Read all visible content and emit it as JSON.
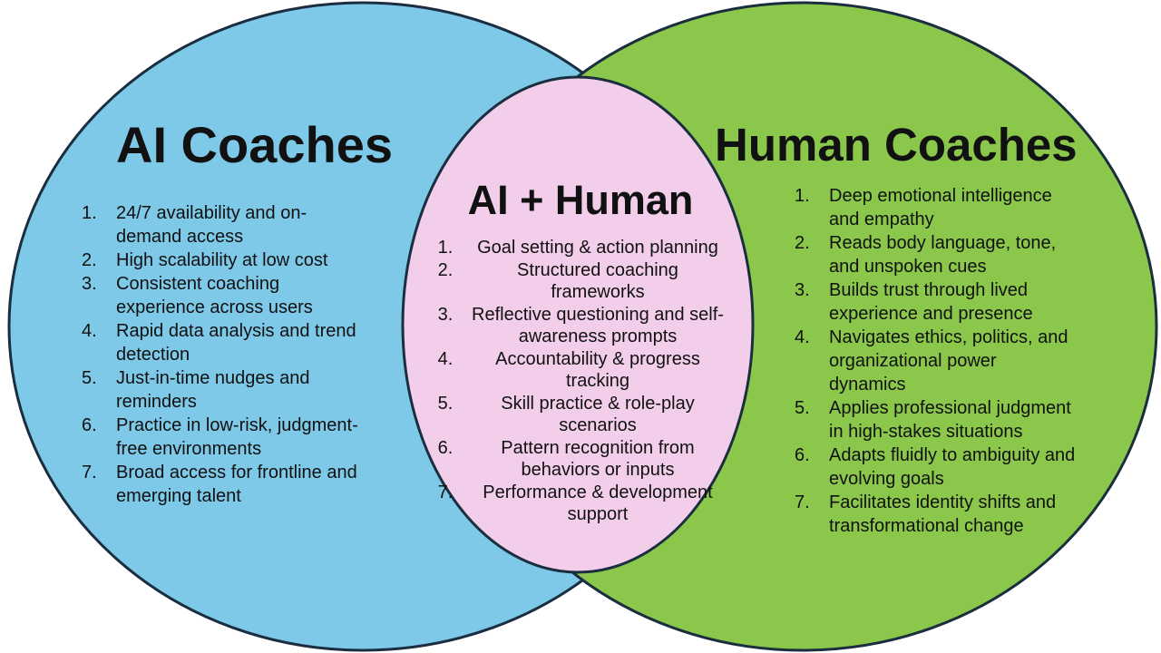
{
  "diagram": {
    "type": "venn",
    "background": "#ffffff",
    "stroke_color": "#1a2e3f",
    "text_color": "#111111",
    "left_circle": {
      "title": "AI Coaches",
      "fill": "#7EC8E8",
      "items": [
        "24/7 availability and on-demand access",
        "High scalability at low cost",
        "Consistent coaching experience across users",
        "Rapid data analysis and trend detection",
        "Just-in-time nudges and reminders",
        "Practice in low-risk, judgment-free environments",
        "Broad access for frontline and emerging talent"
      ]
    },
    "center_overlap": {
      "title": "AI + Human",
      "fill": "#F2CEEB",
      "items": [
        "Goal setting & action planning",
        "Structured coaching frameworks",
        "Reflective questioning and self-awareness prompts",
        "Accountability & progress tracking",
        "Skill practice & role-play scenarios",
        "Pattern recognition from behaviors or inputs",
        "Performance & development support"
      ]
    },
    "right_circle": {
      "title": "Human Coaches",
      "fill": "#8BC74B",
      "items": [
        "Deep emotional intelligence and empathy",
        "Reads body language, tone, and unspoken cues",
        "Builds trust through lived experience and presence",
        "Navigates ethics, politics, and organizational power dynamics",
        "Applies professional judgment in high-stakes situations",
        "Adapts fluidly to ambiguity and evolving goals",
        "Facilitates identity shifts and transformational change"
      ]
    }
  }
}
